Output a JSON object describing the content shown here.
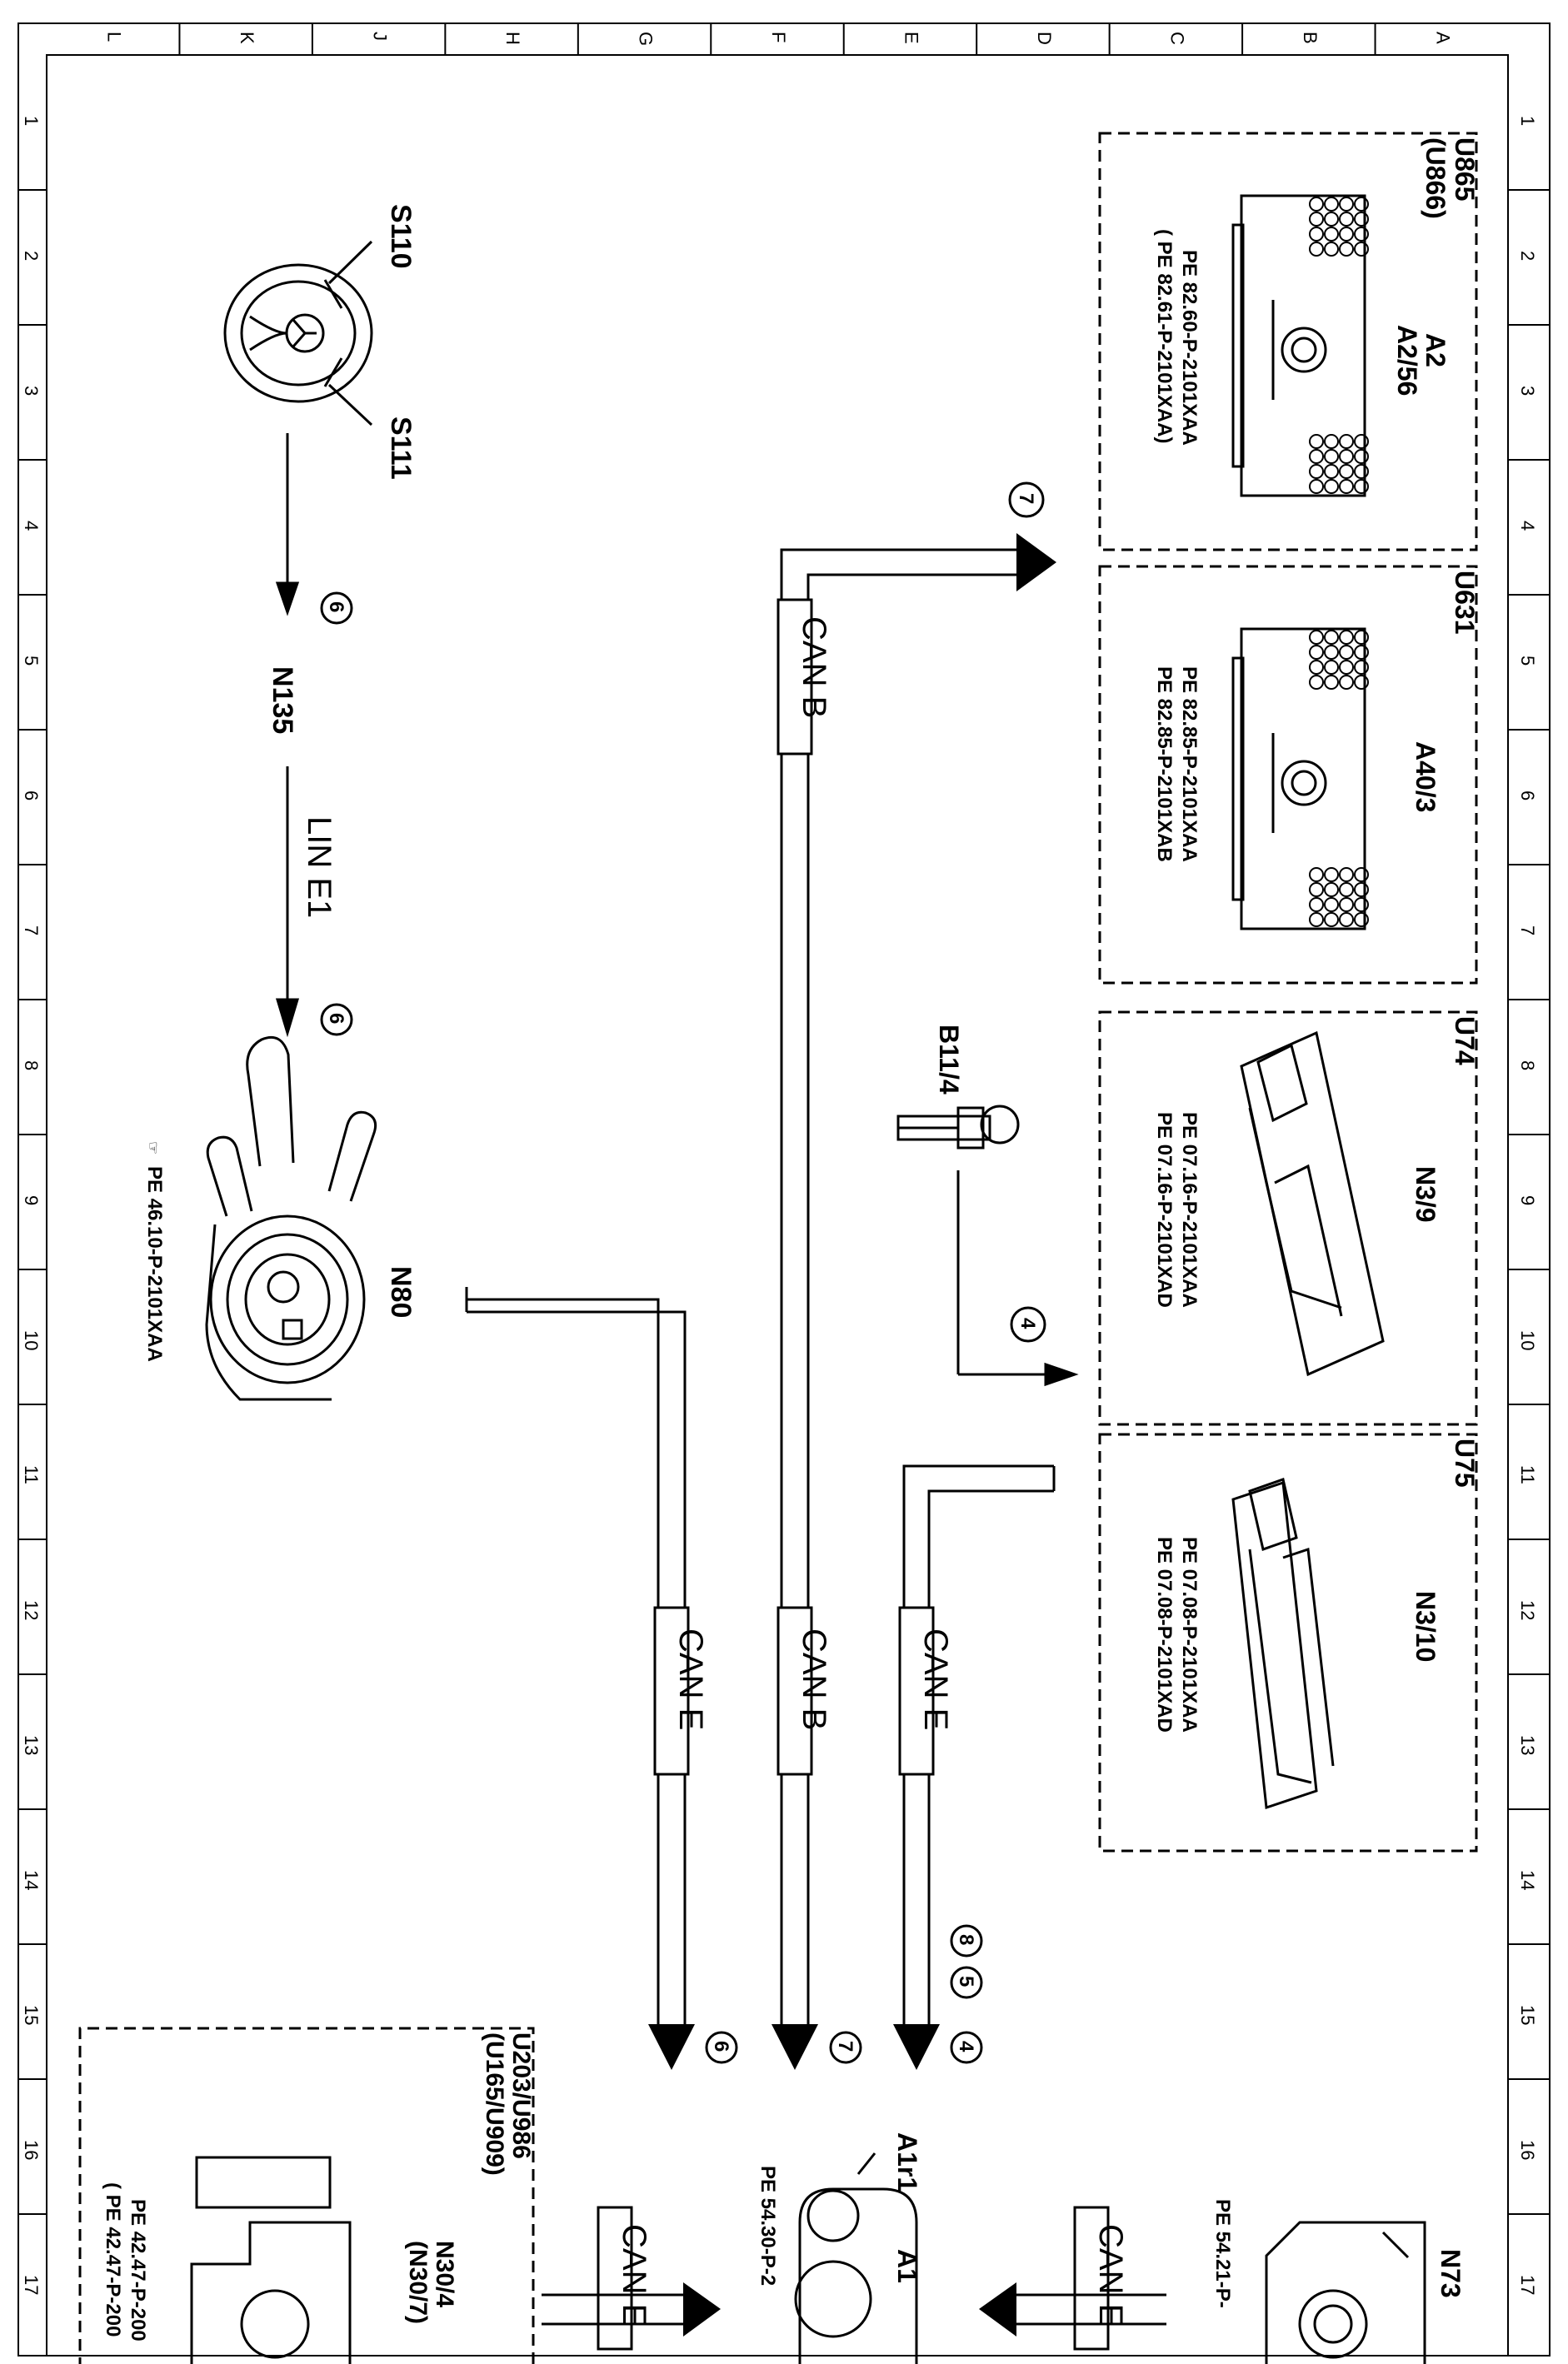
{
  "border": {
    "columns": [
      "L",
      "K",
      "J",
      "H",
      "G",
      "F",
      "E",
      "D",
      "C",
      "B",
      "A"
    ],
    "rows": [
      "1",
      "2",
      "3",
      "4",
      "5",
      "6",
      "7",
      "8",
      "9",
      "10",
      "11",
      "12",
      "13",
      "14",
      "15",
      "16",
      "17"
    ]
  },
  "buses": {
    "can_b": "CAN B",
    "can_e": "CAN E",
    "lin_e1": "LIN E1"
  },
  "steering": {
    "s110": "S110",
    "s111": "S111",
    "n135": "N135",
    "ref6a": "6",
    "ref6b": "6"
  },
  "n80": {
    "label": "N80",
    "pe": "PE 46.10-P-2101XAA"
  },
  "b11_4": {
    "label": "B11/4",
    "ref": "4"
  },
  "u865": {
    "code": "U865",
    "code_alt": "(U866)",
    "label1": "A2",
    "label2": "A2/56",
    "pe1": "PE 82.60-P-2101XAA",
    "pe2": "( PE 82.61-P-2101XAA)",
    "ref": "7"
  },
  "u631": {
    "code": "U631",
    "label": "A40/3",
    "pe1": "PE 82.85-P-2101XAA",
    "pe2": "PE 82.85-P-2101XAB"
  },
  "u74": {
    "code": "U74",
    "label": "N3/9",
    "pe1": "PE 07.16-P-2101XAA",
    "pe2": "PE 07.16-P-2101XAD"
  },
  "u75": {
    "code": "U75",
    "label": "N3/10",
    "pe1": "PE 07.08-P-2101XAA",
    "pe2": "PE 07.08-P-2101XAD"
  },
  "refs_bottom": {
    "r4": "4",
    "r5": "5",
    "r8": "8",
    "r7": "7",
    "r6": "6"
  },
  "a1": {
    "a1": "A1",
    "a1r1": "A1r1",
    "pe": "PE 54.30-P-2"
  },
  "n73": {
    "label": "N73",
    "pe": "PE 54.21-P-"
  },
  "u203": {
    "code": "U203/U986",
    "code_alt": "(U165/U909)",
    "label1": "N30/4",
    "label2": "(N30/7)",
    "pe1": "PE 42.47-P-200",
    "pe2": "( PE 42.47-P-200"
  }
}
